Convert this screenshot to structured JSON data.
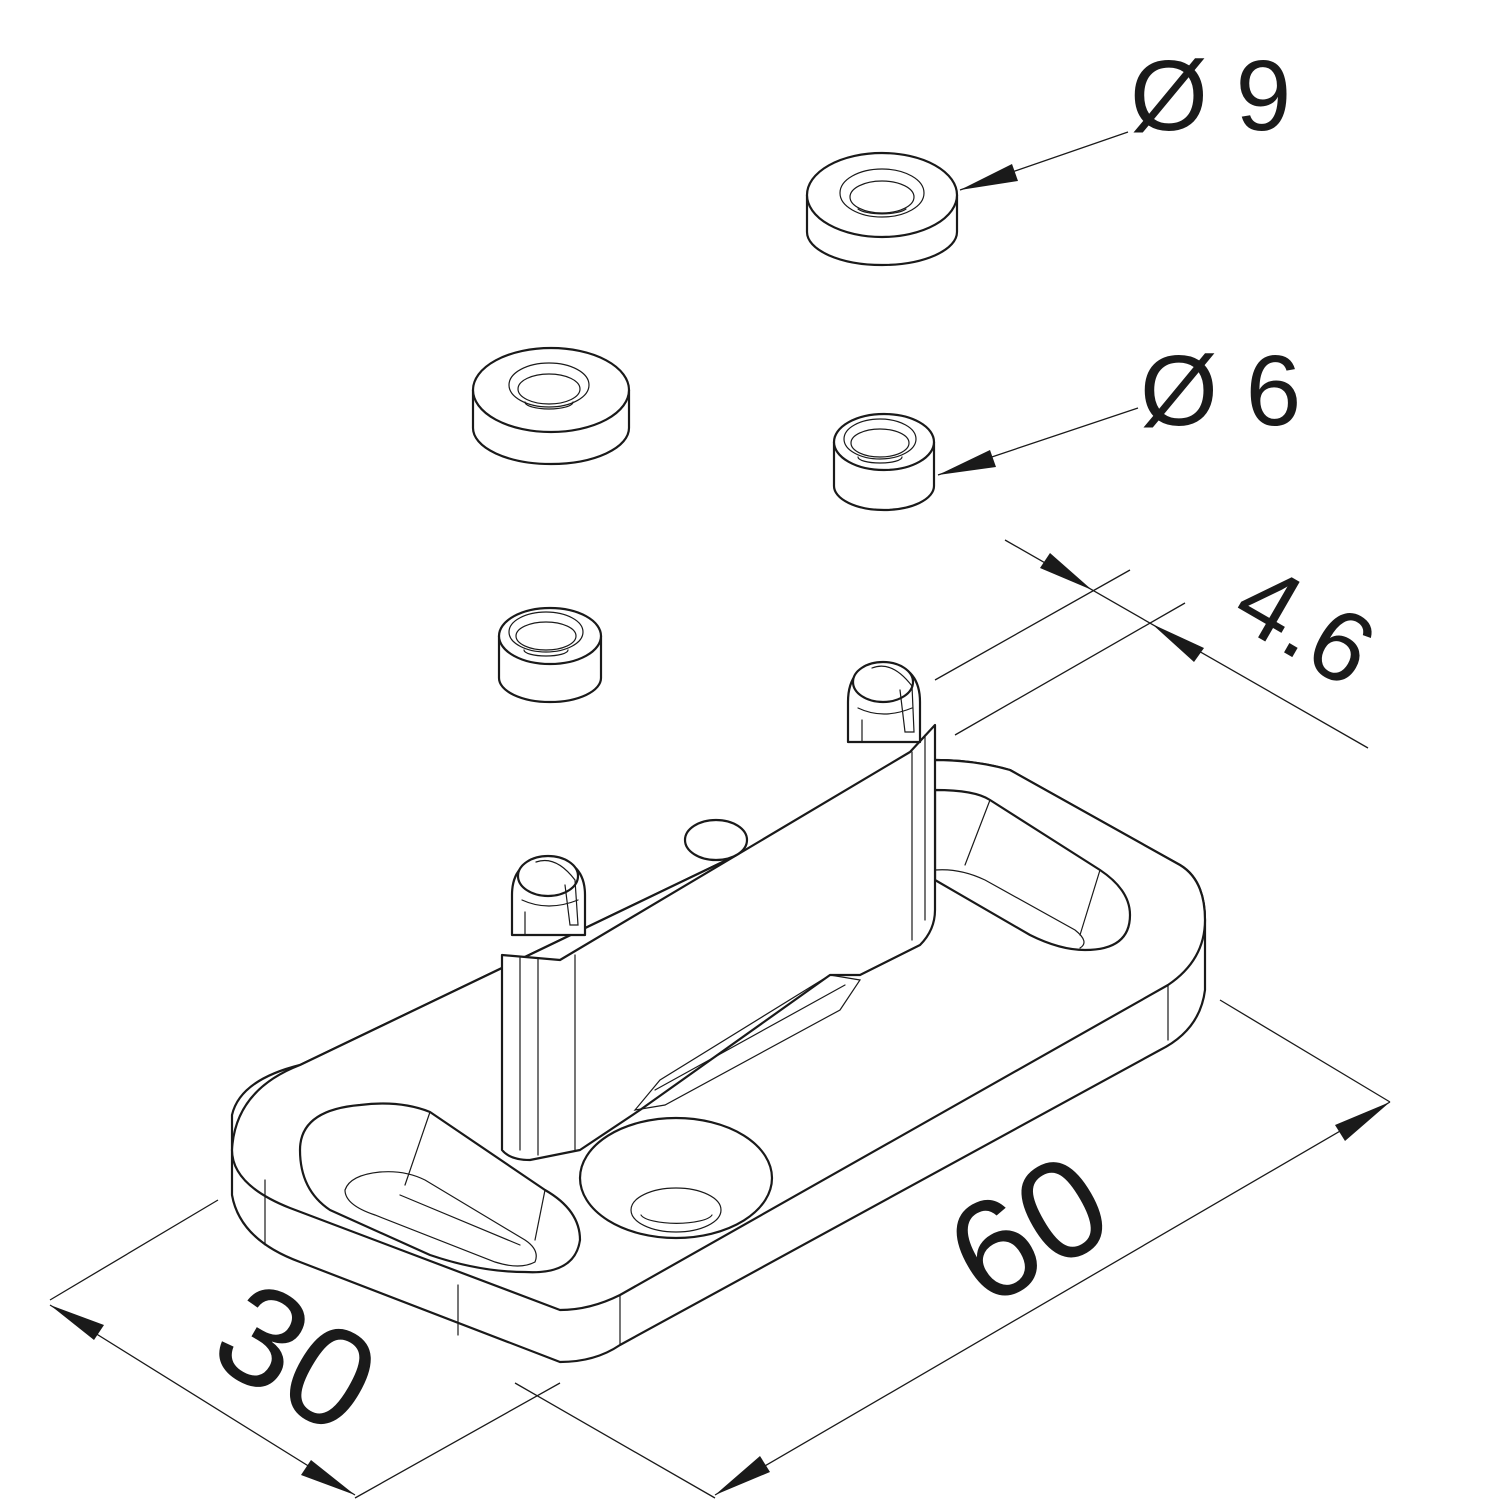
{
  "labels": {
    "dia_large": "Ø 9",
    "dia_small": "Ø 6",
    "thickness": "4.6",
    "width": "30",
    "length": "60"
  },
  "colors": {
    "line": "#1a1a1a",
    "background": "#ffffff"
  }
}
